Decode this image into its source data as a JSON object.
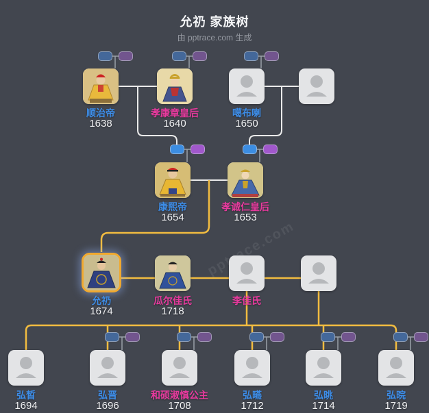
{
  "header": {
    "title": "允礽 家族树",
    "subtitle": "由 pptrace.com 生成"
  },
  "watermark": "pptrace.com",
  "colors": {
    "background": "#42464f",
    "male_name": "#3d8de8",
    "female_name": "#e83a9e",
    "year_text": "#f0f1f3",
    "line_white": "#ebebeb",
    "line_highlight": "#f2bc40",
    "selected_border": "#f0a92f",
    "pill_blue_bright": "#3c8de2",
    "pill_purple_bright": "#a158cc",
    "pill_blue_dim": "#44689a",
    "pill_purple_dim": "#72558e"
  },
  "tree": {
    "gen1": [
      {
        "name": "顺治帝",
        "year": "1638",
        "gender": "male"
      },
      {
        "name": "孝康章皇后",
        "year": "1640",
        "gender": "female"
      },
      {
        "name": "噶布喇",
        "year": "1650",
        "gender": "male"
      },
      {
        "name": "",
        "year": "",
        "gender": ""
      }
    ],
    "gen2": [
      {
        "name": "康熙帝",
        "year": "1654",
        "gender": "male"
      },
      {
        "name": "孝诚仁皇后",
        "year": "1653",
        "gender": "female"
      }
    ],
    "gen3": [
      {
        "name": "允礽",
        "year": "1674",
        "gender": "male",
        "selected": true
      },
      {
        "name": "瓜尔佳氏",
        "year": "1718",
        "gender": "female"
      },
      {
        "name": "李佳氏",
        "year": "",
        "gender": "female"
      },
      {
        "name": "",
        "year": "",
        "gender": ""
      }
    ],
    "gen4": [
      {
        "name": "弘晳",
        "year": "1694",
        "gender": "male"
      },
      {
        "name": "弘晋",
        "year": "1696",
        "gender": "male"
      },
      {
        "name": "和硕淑慎公主",
        "year": "1708",
        "gender": "female"
      },
      {
        "name": "弘曣",
        "year": "1712",
        "gender": "male"
      },
      {
        "name": "弘晀",
        "year": "1714",
        "gender": "male"
      },
      {
        "name": "弘晥",
        "year": "1719",
        "gender": "male"
      }
    ]
  }
}
